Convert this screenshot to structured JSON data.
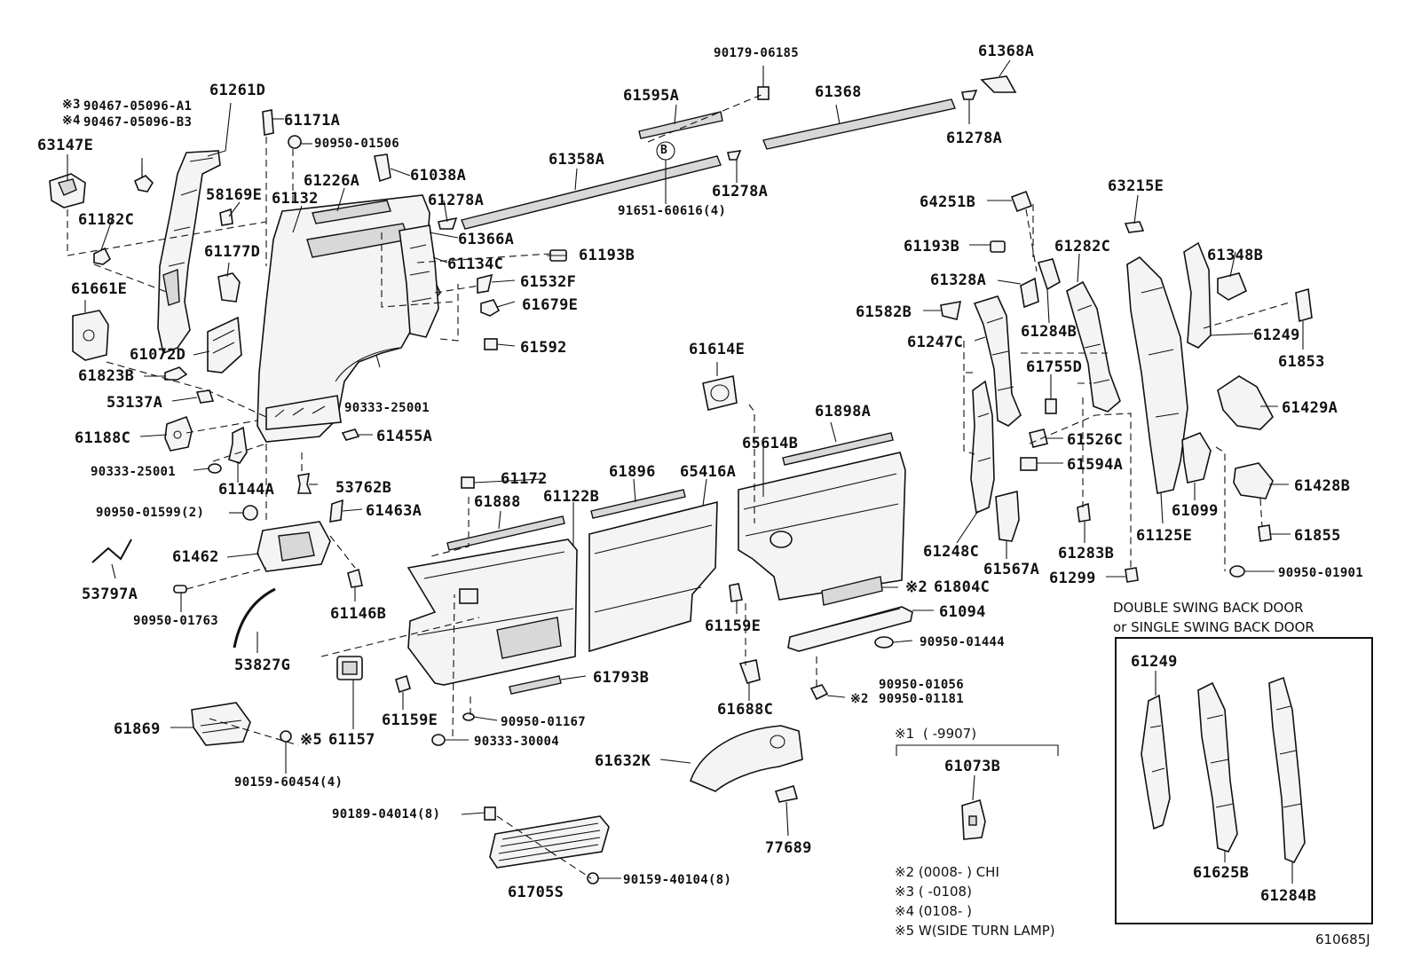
{
  "diagram_code": "610685J",
  "parts": {
    "p63147E": "63147E",
    "p61261D": "61261D",
    "p61171A": "61171A",
    "p90950_01506": "90950-01506",
    "p61226A": "61226A",
    "p61132": "61132",
    "p58169E": "58169E",
    "p61038A": "61038A",
    "p61182C": "61182C",
    "p61177D": "61177D",
    "p61278A_1": "61278A",
    "p61366A": "61366A",
    "p61134C": "61134C",
    "p61661E": "61661E",
    "p61072D": "61072D",
    "p61823B": "61823B",
    "p53137A": "53137A",
    "p61188C": "61188C",
    "p90333_25001_a": "90333-25001",
    "p90333_25001_b": "90333-25001",
    "p61144A": "61144A",
    "p53762B": "53762B",
    "p61455A": "61455A",
    "p90950_01599": "90950-01599(2)",
    "p61463A": "61463A",
    "p61462": "61462",
    "p53797A": "53797A",
    "p90950_01763": "90950-01763",
    "p61146B": "61146B",
    "p53827G": "53827G",
    "p61869": "61869",
    "p61157": "61157",
    "p90159_60454": "90159-60454(4)",
    "p90179_06185": "90179-06185",
    "p61368A": "61368A",
    "p61595A": "61595A",
    "p61368": "61368",
    "p61278A_2": "61278A",
    "p61358A": "61358A",
    "p91651_60616": "91651-60616(4)",
    "p61278A_3": "61278A",
    "p61193B_1": "61193B",
    "p61532F": "61532F",
    "p61679E": "61679E",
    "p61592": "61592",
    "p61614E": "61614E",
    "p61898A": "61898A",
    "p65614B": "65614B",
    "p61172": "61172",
    "p61896": "61896",
    "p65416A": "65416A",
    "p61888": "61888",
    "p61122B": "61122B",
    "p61804C": "61804C",
    "p61094": "61094",
    "p61159E_1": "61159E",
    "p90950_01444": "90950-01444",
    "p90950_01056": "90950-01056",
    "p90950_01181": "90950-01181",
    "p61688C": "61688C",
    "p61793B": "61793B",
    "p61159E_2": "61159E",
    "p90950_01167": "90950-01167",
    "p90333_30004": "90333-30004",
    "p61632K": "61632K",
    "p77689": "77689",
    "p90189_04014": "90189-04014(8)",
    "p61705S": "61705S",
    "p90159_40104": "90159-40104(8)",
    "p64251B": "64251B",
    "p63215E": "63215E",
    "p61193B_2": "61193B",
    "p61282C": "61282C",
    "p61328A": "61328A",
    "p61348B": "61348B",
    "p61582B": "61582B",
    "p61284B_1": "61284B",
    "p61249_1": "61249",
    "p61247C": "61247C",
    "p61853": "61853",
    "p61755D": "61755D",
    "p61429A": "61429A",
    "p61526C": "61526C",
    "p61594A": "61594A",
    "p61099": "61099",
    "p61428B": "61428B",
    "p61248C": "61248C",
    "p61567A": "61567A",
    "p61283B": "61283B",
    "p61125E": "61125E",
    "p61855": "61855",
    "p61299": "61299",
    "p90950_01901": "90950-01901",
    "p61073B": "61073B",
    "p61249_2": "61249",
    "p61625B": "61625B",
    "p61284B_2": "61284B"
  },
  "marks": {
    "m3": "※3",
    "m4": "※4",
    "m5": "※5",
    "m2a": "※2",
    "m2b": "※2",
    "m1": "※1",
    "circle_b": "B"
  },
  "alt_parts": {
    "a3": "90467-05096-A1",
    "a4": "90467-05096-B3"
  },
  "inset": {
    "title_line1": "DOUBLE SWING BACK DOOR",
    "title_line2": "or SINGLE SWING BACK DOOR"
  },
  "notes": {
    "n1_mark": "※1",
    "n1_text": "(        -9907)",
    "n2": "※2 (0008-      ) CHI",
    "n3": "※3 (        -0108)",
    "n4": "※4 (0108-      )",
    "n5": "※5 W(SIDE TURN LAMP)"
  }
}
